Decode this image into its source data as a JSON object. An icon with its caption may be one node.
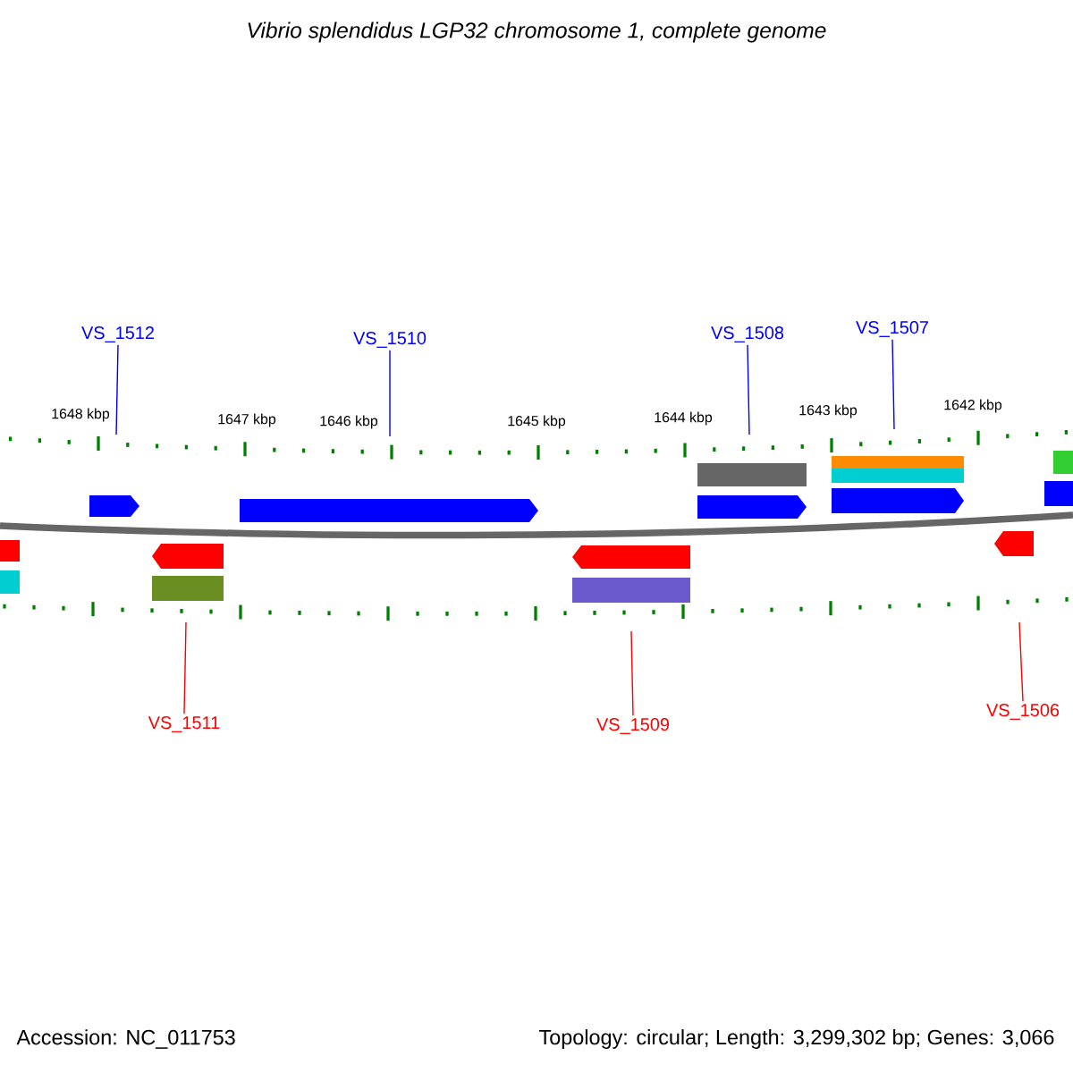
{
  "diagram": {
    "title": "Vibrio splendidus LGP32 chromosome 1, complete genome",
    "nodes": [
      {
        "text": [
          "VS_1512"
        ]
      },
      {
        "text": [
          "VS_1510"
        ]
      },
      {
        "text": [
          "VS_1508"
        ]
      },
      {
        "text": [
          "VS_1507"
        ]
      },
      {
        "text": [
          "VS_1511"
        ]
      },
      {
        "text": [
          "VS_1509"
        ]
      },
      {
        "text": [
          "VS_1506"
        ]
      }
    ],
    "edges": [
      {
        "from": 0,
        "to": null,
        "arrow": "none"
      },
      {
        "from": 1,
        "to": null,
        "arrow": "none"
      },
      {
        "from": 2,
        "to": null,
        "arrow": "none"
      },
      {
        "from": 3,
        "to": null,
        "arrow": "none"
      },
      {
        "from": 4,
        "to": null,
        "arrow": "none",
        "color": "#ff0000"
      },
      {
        "from": 5,
        "to": null,
        "arrow": "none",
        "color": "#ff0000"
      },
      {
        "from": 6,
        "to": null,
        "arrow": "none",
        "color": "#ff0000"
      }
    ],
    "labels": [
      "1648 kbp",
      "1647 kbp",
      "1646 kbp",
      "1645 kbp",
      "1644 kbp",
      "1643 kbp",
      "1642 kbp",
      "Accession: NC_011753",
      "Topology: circular; Length: 3,299,302 bp; Genes: 3,066"
    ]
  }
}
